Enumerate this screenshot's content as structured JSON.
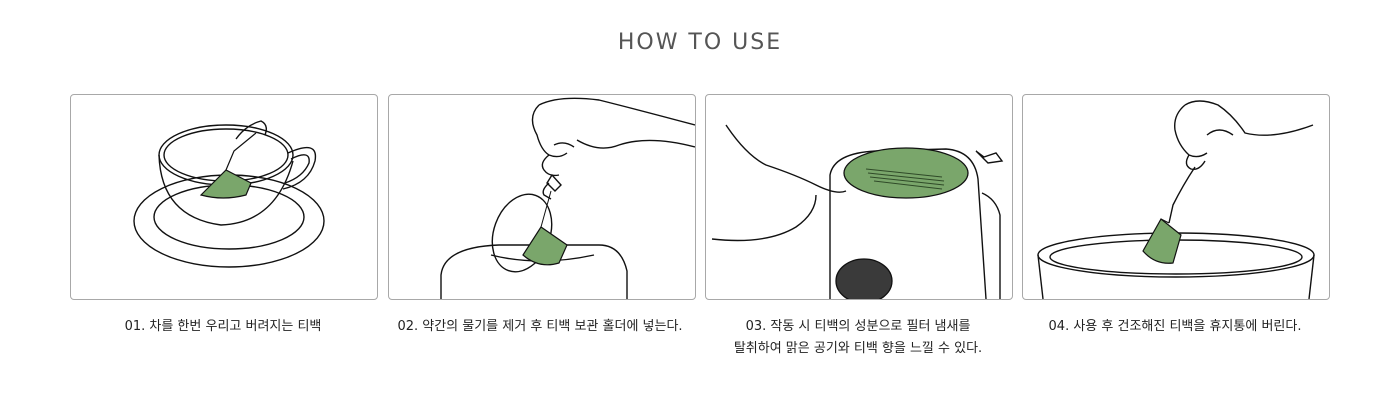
{
  "title": "HOW TO USE",
  "accent_green": "#7aa66b",
  "dark_fill": "#3a3a3a",
  "steps": [
    {
      "illustration": "tea-cup-with-teabag",
      "caption_lines": [
        "01. 차를 한번 우리고 버려지는 티백"
      ]
    },
    {
      "illustration": "hand-placing-teabag-in-holder",
      "caption_lines": [
        "02. 약간의 물기를 제거 후 티백 보관 홀더에 넣는다."
      ]
    },
    {
      "illustration": "device-operating-with-teabag-filter",
      "caption_lines": [
        "03. 작동 시 티백의 성분으로 필터 냄새를",
        "탈취하여 맑은 공기와 티백 향을 느낄 수 있다."
      ]
    },
    {
      "illustration": "hand-dropping-teabag-in-bin",
      "caption_lines": [
        "04. 사용 후 건조해진 티백을 휴지통에 버린다."
      ]
    }
  ]
}
